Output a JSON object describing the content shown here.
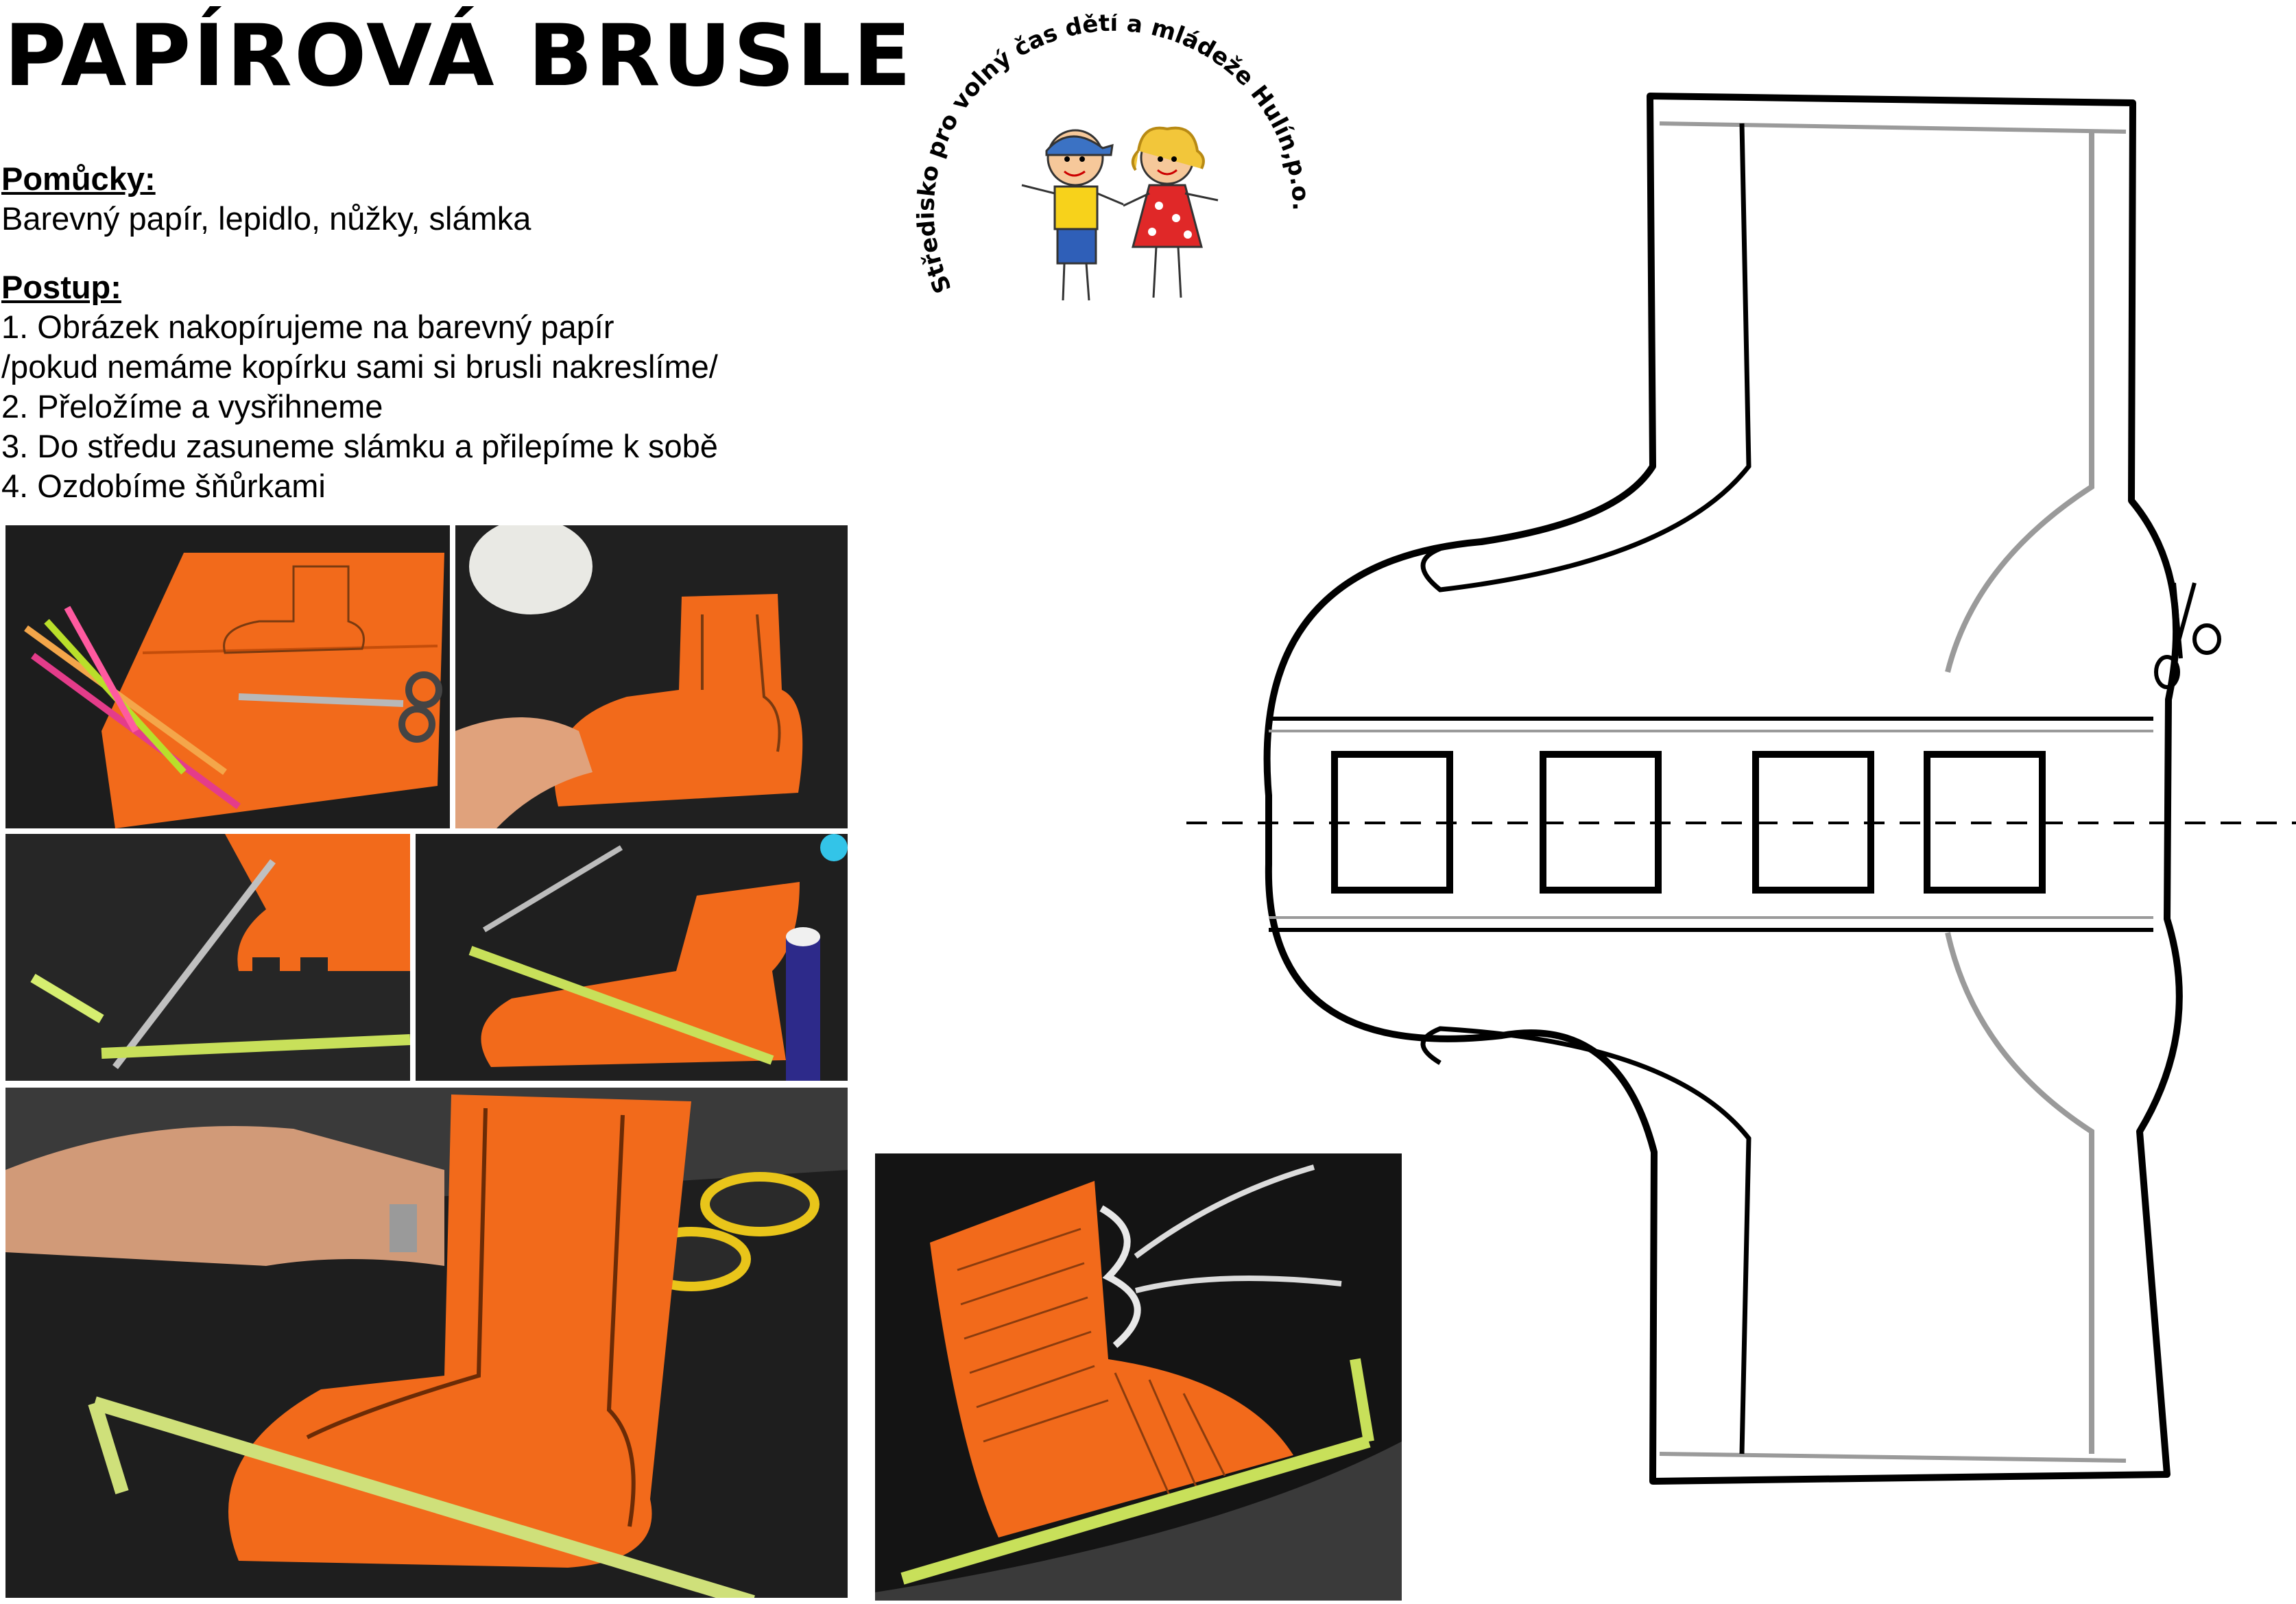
{
  "document": {
    "title": "PAPÍROVÁ BRUSLE",
    "tools_heading": "Pomůcky:",
    "tools_text": "Barevný papír, lepidlo, nůžky, slámka",
    "procedure_heading": "Postup:",
    "steps": [
      "1. Obrázek nakopírujeme na barevný papír",
      "/pokud nemáme kopírku sami si brusli nakreslíme/",
      "2. Přeložíme a vysřihneme",
      "3. Do středu zasuneme slámku a přilepíme k sobě",
      "4. Ozdobíme šňůrkami"
    ]
  },
  "logo": {
    "arc_text": "Středisko pro volný čas dětí a mládeže Hulín,p.o."
  },
  "colors": {
    "paper_orange": "#f26a1b",
    "photo_dark": "#1f1f1f",
    "straw_green": "#c8e05a",
    "text": "#000000"
  },
  "photos": [
    {
      "name": "step-1-photo",
      "content": "orange paper with drawn boot, straws and scissors"
    },
    {
      "name": "step-2-photo",
      "content": "cut out paper boot held by hand"
    },
    {
      "name": "step-3-photo",
      "content": "cutting slots with scissors"
    },
    {
      "name": "step-4-photo",
      "content": "straw inserted through slots, glue stick"
    },
    {
      "name": "step-5-photo",
      "content": "finished boot on straw skate blade"
    },
    {
      "name": "finished-photo",
      "content": "decorated boot with laces"
    }
  ],
  "template": {
    "icons": [
      "scissors-icon"
    ],
    "slot_count": 4
  }
}
